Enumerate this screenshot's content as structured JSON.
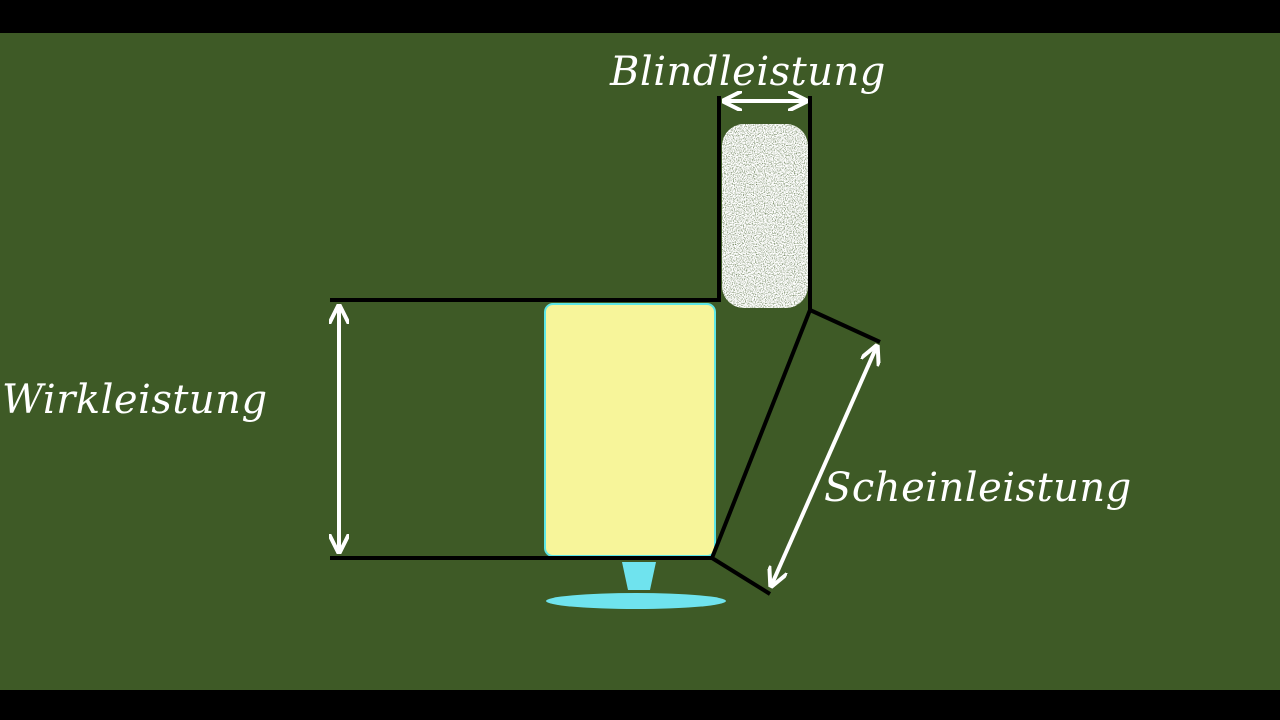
{
  "labels": {
    "blindleistung": "Blindleistung",
    "wirkleistung": "Wirkleistung",
    "scheinleistung": "Scheinleistung"
  },
  "colors": {
    "board": "#3e5a26",
    "beer": "#f7f59a",
    "foam": "#ffffff",
    "glass_foot": "#6fe3ee",
    "lines": "#000000",
    "arrows": "#ffffff"
  }
}
